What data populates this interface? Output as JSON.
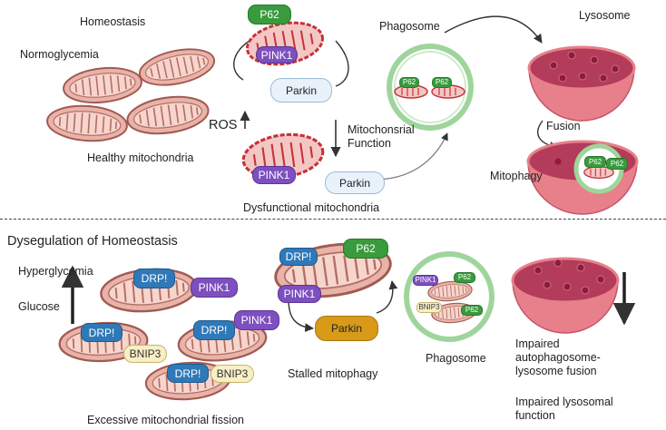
{
  "top": {
    "homeostasis": "Homeostasis",
    "normoglycemia": "Normoglycemia",
    "healthy_mito": "Healthy mitochondria",
    "ros": "ROS",
    "mito_function": "Mitochonsrial\nFunction",
    "dysfunctional": "Dysfunctional mitochondria",
    "phagosome": "Phagosome",
    "lysosome": "Lysosome",
    "fusion": "Fusion",
    "mitophagy": "Mitophagy",
    "p62": "P62",
    "pink1": "PINK1",
    "parkin": "Parkin"
  },
  "bottom": {
    "dysregulation": "Dysegulation of Homeostasis",
    "hyperglycemia": "Hyperglycemia",
    "glucose": "Glucose",
    "excessive_fission": "Excessive mitochondrial fission",
    "stalled": "Stalled  mitophagy",
    "phagosome": "Phagosome",
    "impaired_fusion": "Impaired\nautophagosome-\nlysosome fusion",
    "impaired_function": "Impaired lysosomal\nfunction",
    "drp": "DRP!",
    "pink1": "PINK1",
    "bnip3": "BNIP3",
    "p62": "P62",
    "parkin": "Parkin"
  },
  "colors": {
    "mito_fill": "#e8b3a8",
    "mito_edge": "#a15a52",
    "damaged_mito": "#c6323a",
    "phagosome_ring": "#9fd59c",
    "lysosome": "#e7808a",
    "lysosome_inner": "#b23c59",
    "lysosome_dot": "#8c1c3e"
  }
}
